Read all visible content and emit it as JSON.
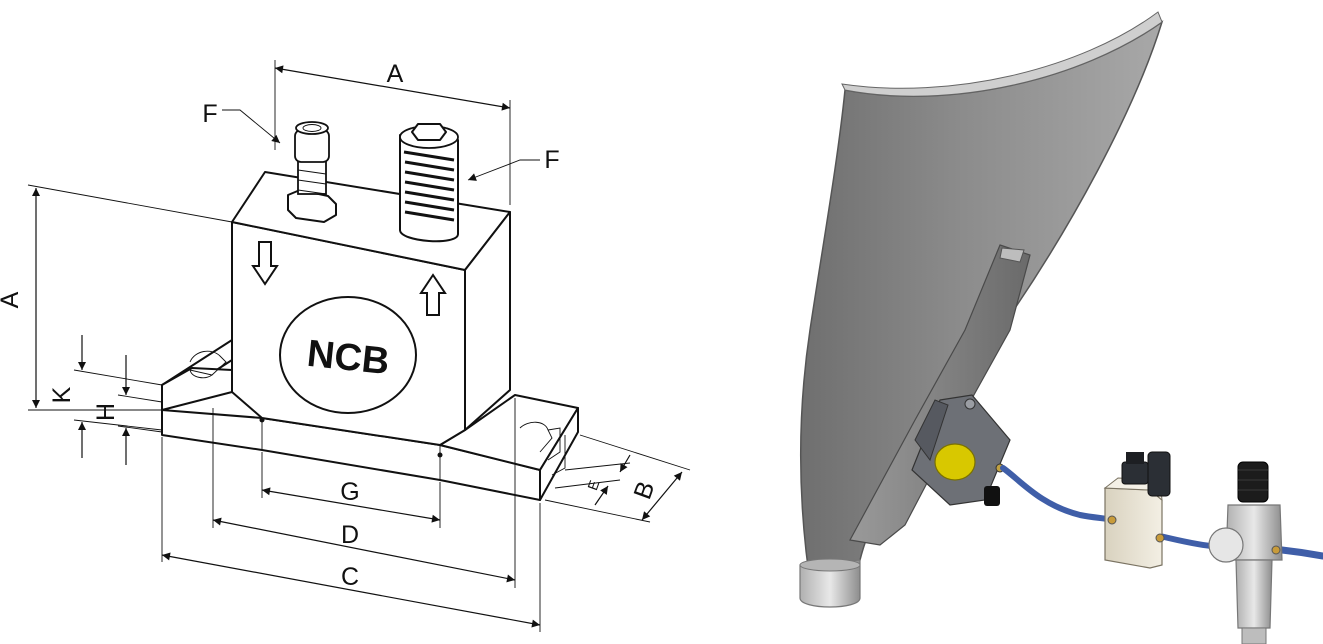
{
  "drawing": {
    "brand": "NCB",
    "labels": {
      "a_top": "A",
      "a_side": "A",
      "f_left": "F",
      "f_right": "F",
      "k": "K",
      "h": "H",
      "g": "G",
      "d": "D",
      "c": "C",
      "e": "E",
      "b": "B"
    }
  },
  "colors": {
    "line": "#111111",
    "sheet": "#8a8a8a",
    "hose": "#3f5ea8",
    "vibrator_plate": "#d8c800",
    "valve_body": "#e9e3d5",
    "coil": "#2b2f35"
  }
}
